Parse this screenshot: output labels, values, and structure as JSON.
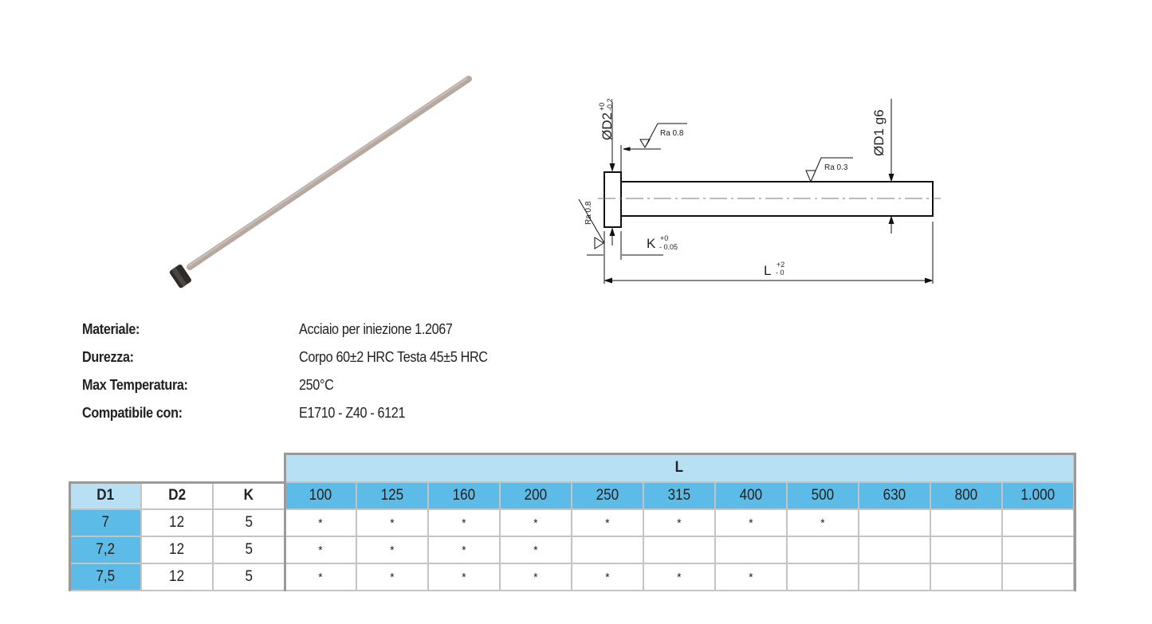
{
  "drawing": {
    "d2_label": "ØD2",
    "d2_tol_upper": "+0",
    "d2_tol_lower": "-0.2",
    "d1_label": "ØD1 g6",
    "ra_head_face": "Ra 0.8",
    "ra_shaft": "Ra 0.3",
    "ra_head_side": "Ra 0.8",
    "k_label": "K",
    "k_tol_upper": "+0",
    "k_tol_lower": "- 0.05",
    "l_label": "L",
    "l_tol_upper": "+2",
    "l_tol_lower": "- 0"
  },
  "specs": [
    {
      "label": "Materiale:",
      "value": "Acciaio per iniezione 1.2067"
    },
    {
      "label": "Durezza:",
      "value": "Corpo 60±2 HRC Testa 45±5 HRC"
    },
    {
      "label": "Max Temperatura:",
      "value": "250°C"
    },
    {
      "label": "Compatibile con:",
      "value": "E1710 - Z40 - 6121"
    }
  ],
  "table": {
    "group_header": "L",
    "columns": [
      "D1",
      "D2",
      "K"
    ],
    "lengths": [
      "100",
      "125",
      "160",
      "200",
      "250",
      "315",
      "400",
      "500",
      "630",
      "800",
      "1.000"
    ],
    "rows": [
      {
        "d1": "7",
        "d2": "12",
        "k": "5",
        "marks": [
          "*",
          "*",
          "*",
          "*",
          "*",
          "*",
          "*",
          "*",
          "",
          "",
          ""
        ]
      },
      {
        "d1": "7,2",
        "d2": "12",
        "k": "5",
        "marks": [
          "*",
          "*",
          "*",
          "*",
          "",
          "",
          "",
          "",
          "",
          "",
          ""
        ]
      },
      {
        "d1": "7,5",
        "d2": "12",
        "k": "5",
        "marks": [
          "*",
          "*",
          "*",
          "*",
          "*",
          "*",
          "*",
          "",
          "",
          "",
          ""
        ]
      }
    ]
  },
  "colors": {
    "header_light": "#b7e0f5",
    "header_blue": "#5dbbe8",
    "border": "#9a9a9a"
  }
}
